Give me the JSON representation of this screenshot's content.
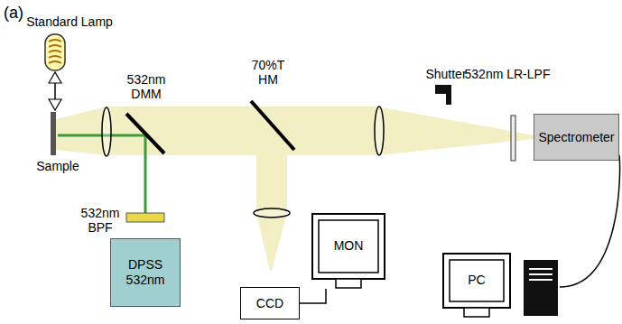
{
  "diagram": {
    "nodes": [
      {
        "text": [
          "Spectrometer"
        ]
      },
      {
        "text": [
          "DPSS 532nm"
        ]
      },
      {
        "text": [
          "CCD"
        ]
      },
      {
        "text": [
          "MON"
        ]
      },
      {
        "text": [
          "PC"
        ]
      }
    ],
    "edges": [
      {
        "from": 2,
        "to": 3,
        "arrow": "none"
      },
      {
        "from": 0,
        "to": 4,
        "arrow": "none"
      }
    ],
    "labels": [
      "(a)",
      "Standard Lamp",
      "Sample",
      "532nm DMM",
      "532nm BPF",
      "70%T HM",
      "Shutter",
      "532nm LR-LPF"
    ]
  }
}
